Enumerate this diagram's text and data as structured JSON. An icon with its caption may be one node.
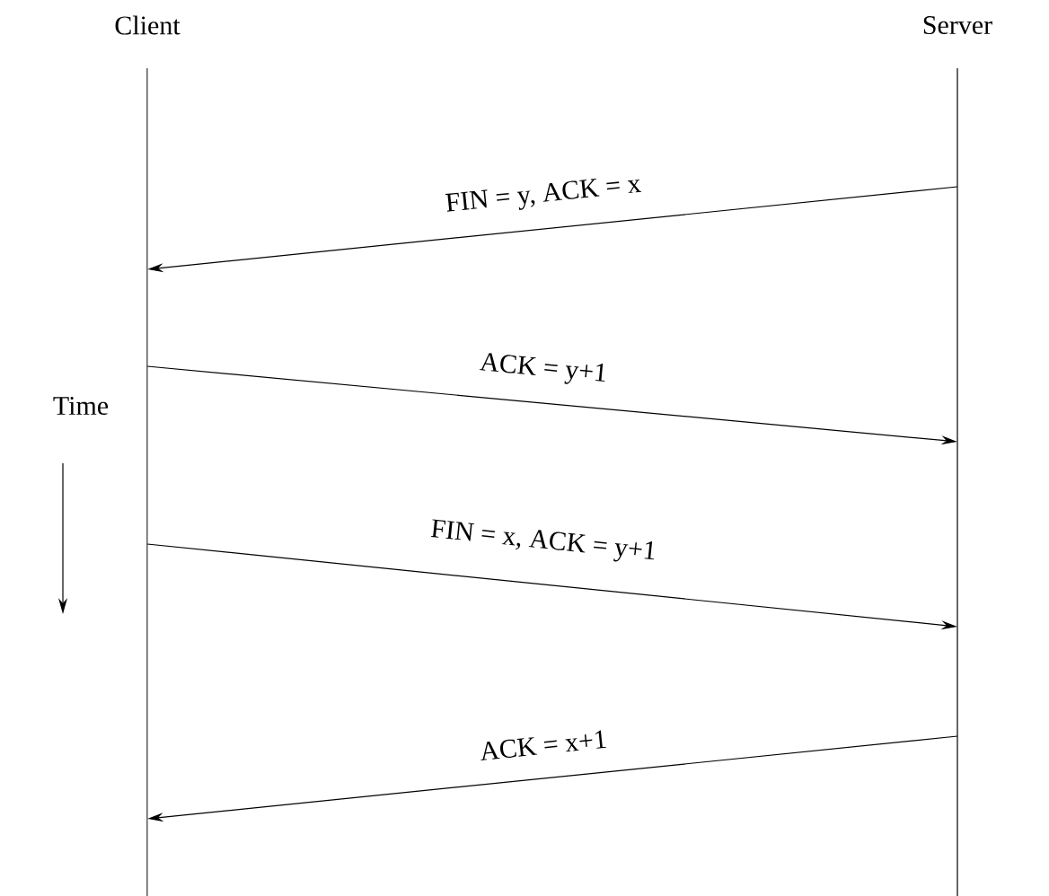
{
  "diagram": {
    "nodes": [
      {
        "text": [
          "Client"
        ]
      },
      {
        "text": [
          "Server"
        ]
      }
    ],
    "edges": [
      {
        "from": 1,
        "to": 0,
        "arrow": "to",
        "label": "FIN = y, ACK = x"
      },
      {
        "from": 0,
        "to": 1,
        "arrow": "to",
        "label": "ACK = y+1"
      },
      {
        "from": 0,
        "to": 1,
        "arrow": "to",
        "label": "FIN = x, ACK = y+1"
      },
      {
        "from": 1,
        "to": 0,
        "arrow": "to",
        "label": "ACK = x+1"
      }
    ],
    "labels": [
      "Time"
    ]
  }
}
